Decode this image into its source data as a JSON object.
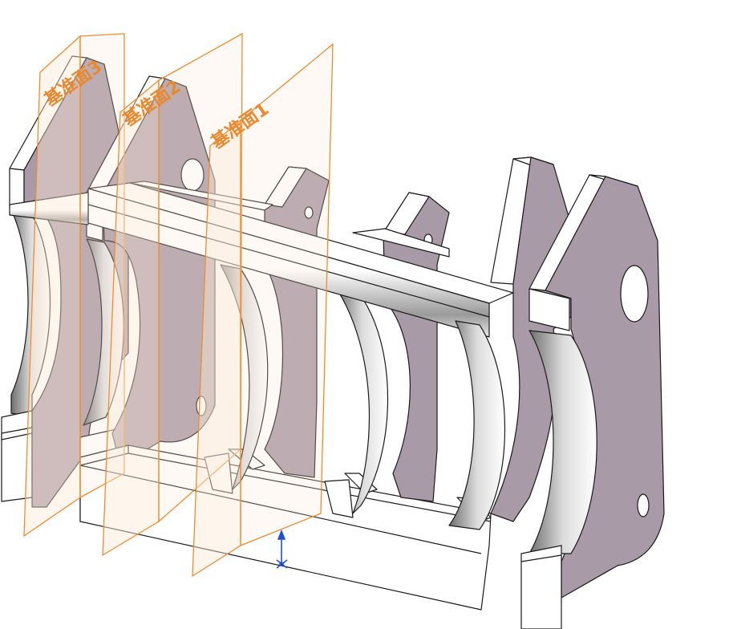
{
  "viewport": {
    "plane_labels": [
      "基准面3",
      "基准面2",
      "基准面1"
    ]
  },
  "colors": {
    "part_face": "#a89aa6",
    "part_face_dark": "#8f818d",
    "part_top": "#ffffff",
    "edge": "#1a1a1a",
    "plane_edge": "#f08c2e",
    "plane_fill": "#fde9d6",
    "triad": "#1f4fd6"
  },
  "icons": {
    "origin": "origin-triad-icon"
  }
}
